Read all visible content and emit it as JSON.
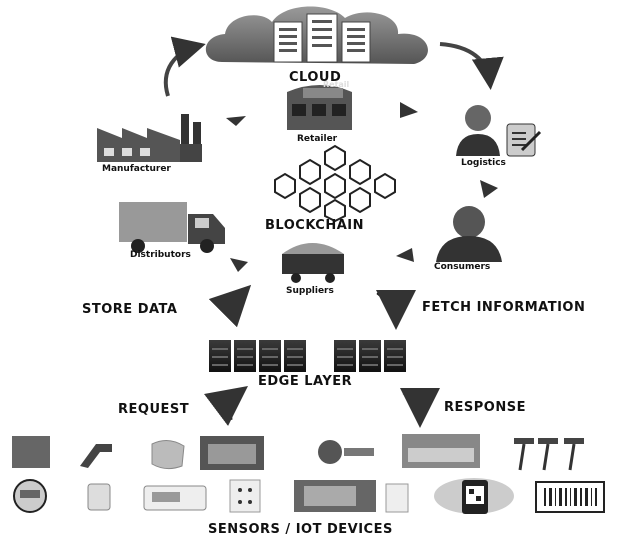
{
  "cloud": {
    "label": "CLOUD"
  },
  "nodes": {
    "retailer": "Retailer",
    "manufacturer": "Manufacturer",
    "logistics": "Logistics",
    "distributors": "Distributors",
    "consumers": "Consumers",
    "suppliers": "Suppliers",
    "retail_sign": "Retail"
  },
  "blockchain": {
    "label": "BLOCKCHAIN"
  },
  "flows": {
    "store": "STORE DATA",
    "fetch": "FETCH INFORMATION",
    "request": "REQUEST",
    "response": "RESPONSE"
  },
  "edge": {
    "label": "EDGE LAYER"
  },
  "devices": {
    "label": "SENSORS / IOT DEVICES"
  },
  "barcode": {
    "icon": "barcode-icon"
  },
  "colors": {
    "dark": "#222222",
    "mid": "#666666",
    "light": "#aaaaaa"
  }
}
